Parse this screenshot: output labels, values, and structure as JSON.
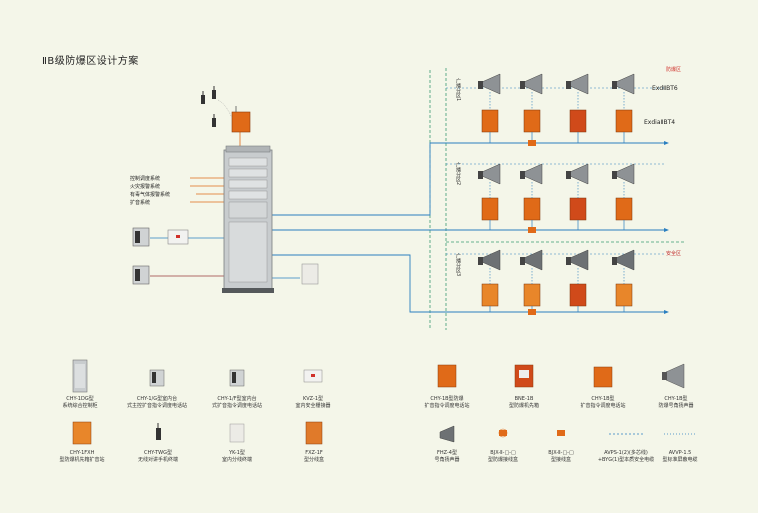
{
  "title": "ⅡB级防爆区设计方案",
  "systems": [
    "控制调度系统",
    "火灾报警系统",
    "有毒气体报警系统",
    "扩音系统"
  ],
  "zones": {
    "explosion": "防爆区",
    "safe": "安全区"
  },
  "ratings": {
    "exd": "ExdⅡBT6",
    "exdia": "ExdiaⅡBT4"
  },
  "rows": [
    "广播分区1",
    "广播分区2",
    "广播分区3"
  ],
  "colors": {
    "blue": "#2a7fc0",
    "cabinet": "#c8ccce",
    "orange": "#e06a18",
    "speaker": "#8e9295",
    "bg": "#f4f6e9",
    "red": "#d0302a"
  },
  "legend": [
    {
      "id": "cabinet",
      "line1": "CHY-1DG型",
      "line2": "系统综合控制柜"
    },
    {
      "id": "phone1",
      "line1": "CHY-1/G型室内台",
      "line2": "式主控扩音指令调度电话站"
    },
    {
      "id": "phone2",
      "line1": "CHY-1/F型室内台",
      "line2": "式扩音指令调度电话站"
    },
    {
      "id": "kvz",
      "line1": "KVZ-1型",
      "line2": "室内安全栅接器"
    },
    {
      "id": "ex_amp",
      "line1": "CHY-1B型防爆",
      "line2": "扩音指令调度电话站"
    },
    {
      "id": "ex_box",
      "line1": "BNE-1B",
      "line2": "型防爆机先箱"
    },
    {
      "id": "ex_amp2",
      "line1": "CHY-1B型",
      "line2": "扩音指令调度电话站"
    },
    {
      "id": "horn",
      "line1": "CHY-1B型",
      "line2": "防爆号角扬声器"
    },
    {
      "id": "ex_box2",
      "line1": "CHY-1FXH",
      "line2": "型防爆机先箱扩音站"
    },
    {
      "id": "walkie",
      "line1": "CHY-TWG型",
      "line2": "无线对讲手机终端"
    },
    {
      "id": "yk",
      "line1": "YK-1型",
      "line2": "室内分线终端"
    },
    {
      "id": "fxz",
      "line1": "FXZ-1F",
      "line2": "型分线盒"
    },
    {
      "id": "spk",
      "line1": "FHZ-4型",
      "line2": "号角扬声器"
    },
    {
      "id": "bjx",
      "line1": "BJX-Ⅱ-□-□",
      "line2": "型防爆接线盒"
    },
    {
      "id": "bjx2",
      "line1": "BJX-Ⅱ-□-□",
      "line2": "型接线盒"
    },
    {
      "id": "cable1",
      "line1": "AVPS-1(2)(多芯线)",
      "line2": "+BYG(1)型本质安全电缆"
    },
    {
      "id": "cable2",
      "line1": "AVVP-1.5",
      "line2": "型标准屏蔽电缆"
    }
  ]
}
